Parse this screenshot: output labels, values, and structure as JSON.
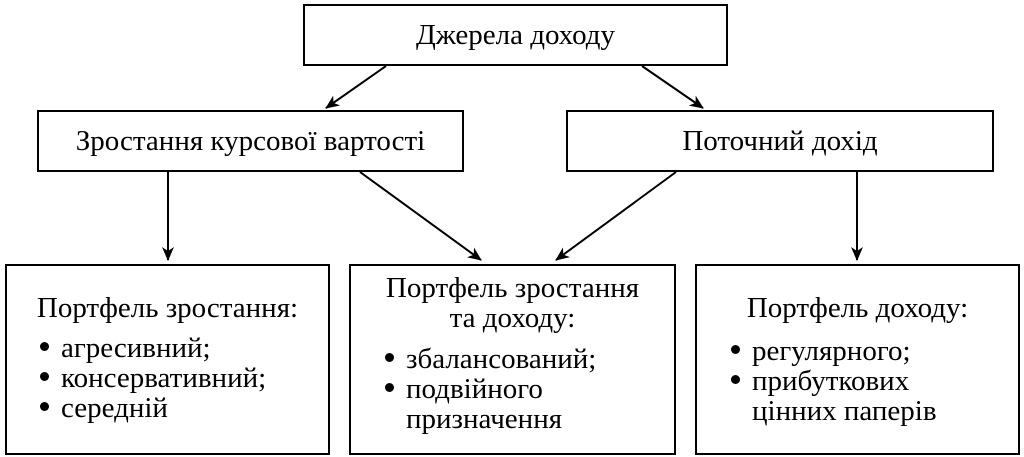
{
  "diagram": {
    "root": "Джерела доходу",
    "level1": {
      "growth": "Зростання курсової вартості",
      "income": "Поточний дохід"
    },
    "portfolios": [
      {
        "title": [
          "Портфель зростання:"
        ],
        "items": [
          "агресивний;",
          "консервативний;",
          "середній"
        ]
      },
      {
        "title": [
          "Портфель зростання",
          "та доходу:"
        ],
        "items": [
          "збалансований;",
          "подвійного\nпризначення"
        ]
      },
      {
        "title": [
          "Портфель доходу:"
        ],
        "items": [
          "регулярного;",
          "прибуткових\nцінних паперів"
        ]
      }
    ]
  }
}
